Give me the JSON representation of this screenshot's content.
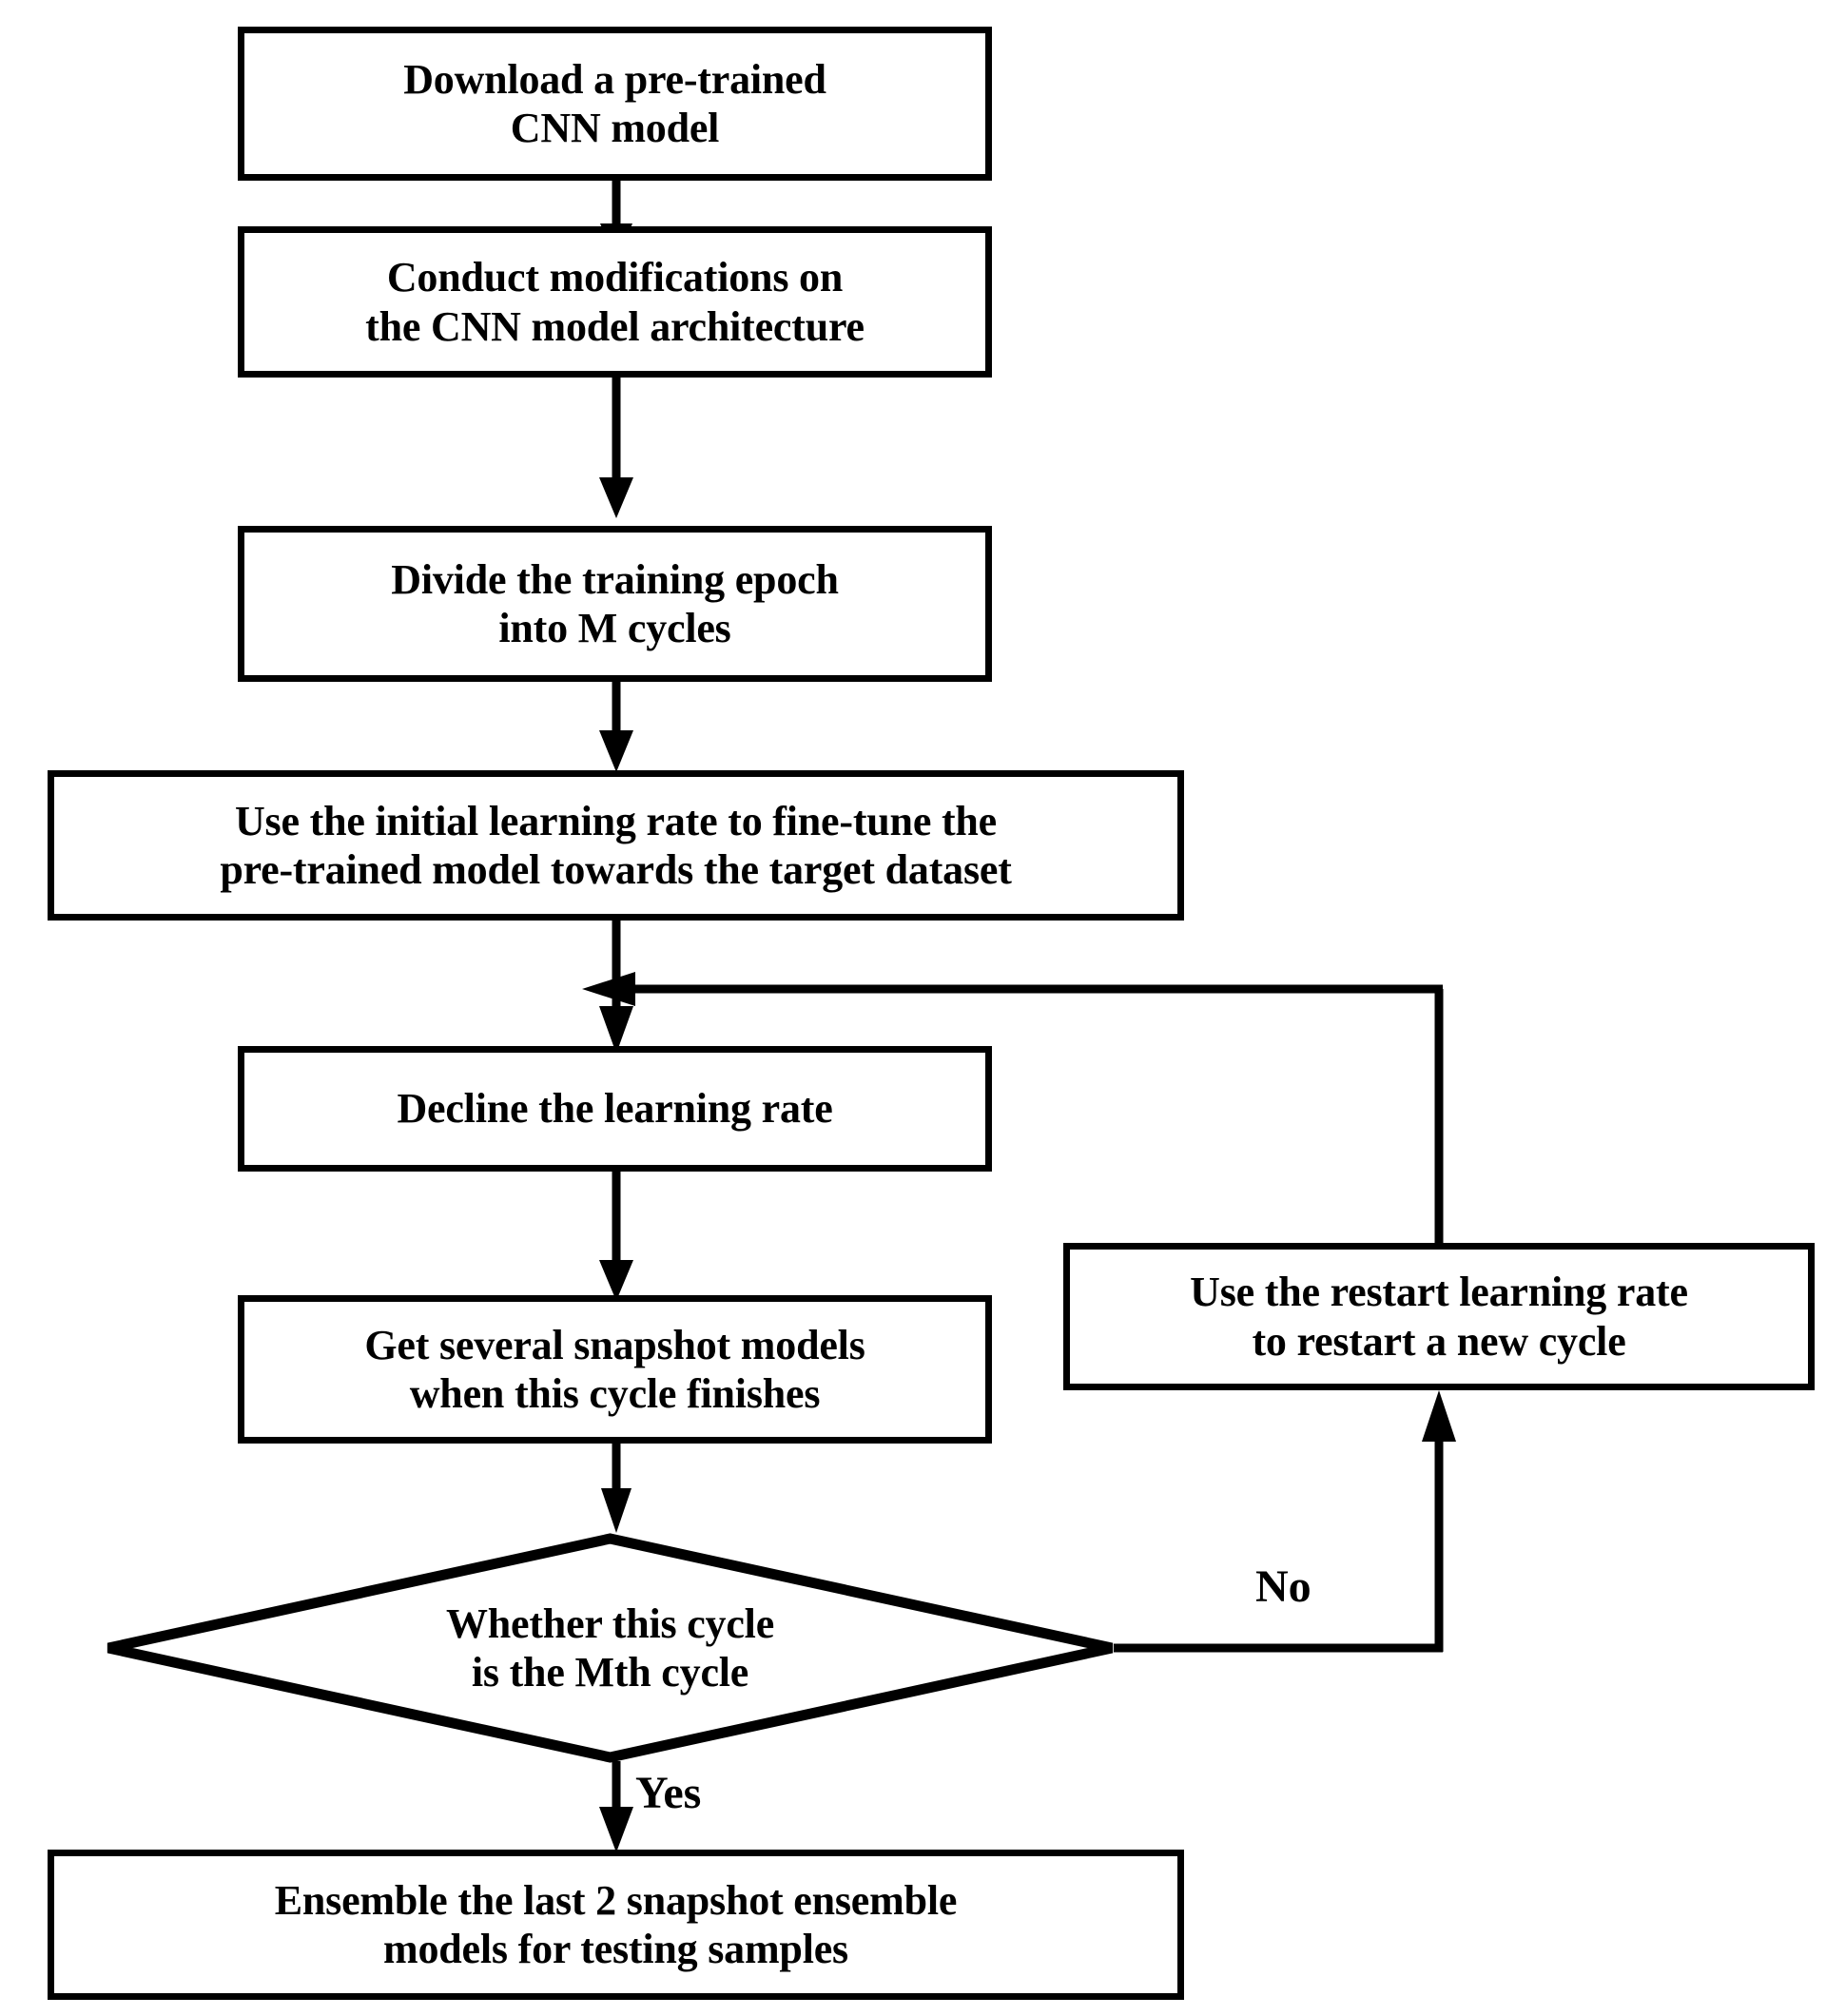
{
  "diagram": {
    "title": "Snapshot ensemble fine-tuning flowchart",
    "background_color": "#ffffff",
    "stroke_color": "#000000",
    "nodes": [
      {
        "id": "download",
        "shape": "process",
        "text": "Download a pre-trained\nCNN model"
      },
      {
        "id": "modify",
        "shape": "process",
        "text": "Conduct  modifications on\nthe  CNN  model architecture"
      },
      {
        "id": "divide",
        "shape": "process",
        "text": "Divide the training epoch\ninto M cycles"
      },
      {
        "id": "initial-lr",
        "shape": "process",
        "text": "Use the initial learning rate to fine-tune the\npre-trained model towards the target dataset"
      },
      {
        "id": "decline-lr",
        "shape": "process",
        "text": "Decline the learning rate"
      },
      {
        "id": "snapshots",
        "shape": "process",
        "text": "Get several snapshot models\nwhen this cycle finishes"
      },
      {
        "id": "decision-mth-cycle",
        "shape": "decision",
        "text": "Whether this cycle\nis the Mth cycle"
      },
      {
        "id": "restart-lr",
        "shape": "process",
        "text": "Use the restart learning rate\nto restart a new cycle"
      },
      {
        "id": "ensemble",
        "shape": "process",
        "text": "Ensemble the last 2 snapshot ensemble\nmodels for testing samples"
      }
    ],
    "edge_labels": {
      "no": "No",
      "yes": "Yes"
    }
  }
}
